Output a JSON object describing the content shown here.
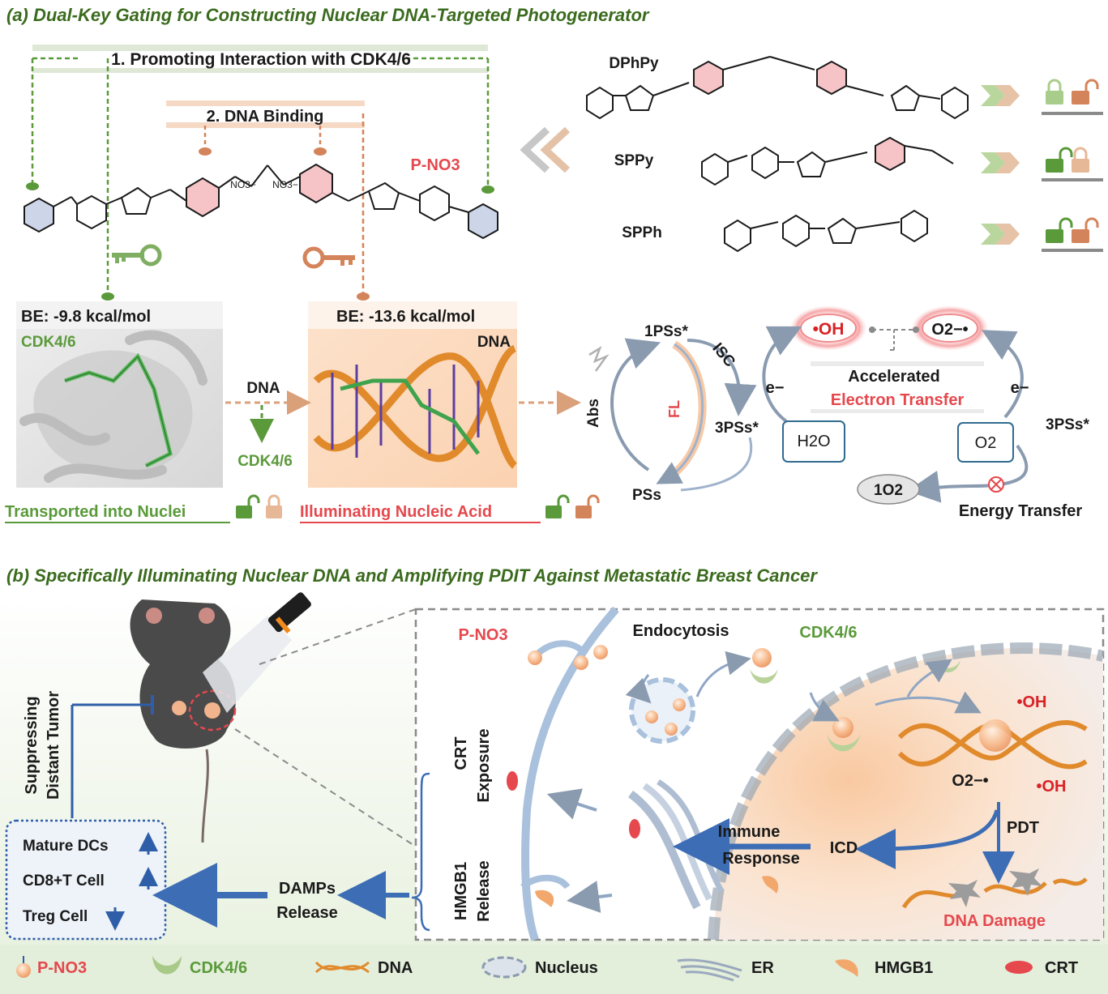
{
  "panel_a": {
    "title": "(a) Dual-Key Gating  for Constructing Nuclear DNA-Targeted Photogenerator",
    "interaction_label": "1. Promoting Interaction with CDK4/6",
    "dna_binding_label": "2. DNA Binding",
    "molecule_name": "P-NO3",
    "anion": "NO3−",
    "cdk_box": {
      "be": "BE: -9.8 kcal/mol",
      "target": "CDK4/6"
    },
    "dna_box": {
      "be": "BE: -13.6 kcal/mol",
      "target": "DNA"
    },
    "arrow_dna": "DNA",
    "arrow_cdk": "CDK4/6",
    "transported": "Transported into Nuclei",
    "illuminating": "Illuminating Nucleic Acid",
    "analogs": [
      {
        "name": "DPhPy"
      },
      {
        "name": "SPPy"
      },
      {
        "name": "SPPh"
      }
    ],
    "jablonski": {
      "s1": "1PSs*",
      "t1": "3PSs*",
      "s0": "PSs",
      "abs": "Abs",
      "fl": "FL",
      "isc": "ISC"
    },
    "ros": {
      "oh": "•OH",
      "o2_radical": "O2−•",
      "accelerated": "Accelerated",
      "electron_transfer": "Electron Transfer",
      "electron": "e−",
      "h2o": "H2O",
      "o2": "O2",
      "singlet_o2": "1O2",
      "t1_right": "3PSs*",
      "energy_transfer": "Energy Transfer"
    }
  },
  "panel_b": {
    "title": "(b) Specifically Illuminating Nuclear DNA and Amplifying PDIT Against Metastatic Breast Cancer",
    "suppressing_1": "Suppressing",
    "suppressing_2": "Distant Tumor",
    "immune_box": [
      "Mature DCs",
      "CD8+T Cell",
      "Treg Cell"
    ],
    "damps_1": "DAMPs",
    "damps_2": "Release",
    "crt_1": "CRT",
    "crt_2": "Exposure",
    "hmgb1_1": "HMGB1",
    "hmgb1_2": "Release",
    "probe": "P-NO3",
    "endocytosis": "Endocytosis",
    "cdk": "CDK4/6",
    "oh": "•OH",
    "o2_radical": "O2−•",
    "pdt": "PDT",
    "icd": "ICD",
    "immune_1": "Immune",
    "immune_2": "Response",
    "dna_damage": "DNA Damage"
  },
  "legend": [
    "P-NO3",
    "CDK4/6",
    "DNA",
    "Nucleus",
    "ER",
    "HMGB1",
    "CRT"
  ],
  "colors": {
    "green_dark": "#3b6b1e",
    "green": "#5a9a3a",
    "orange": "#d4845a",
    "red": "#e5484d",
    "blue": "#2f5ea8",
    "steel": "#7a9cc4"
  }
}
